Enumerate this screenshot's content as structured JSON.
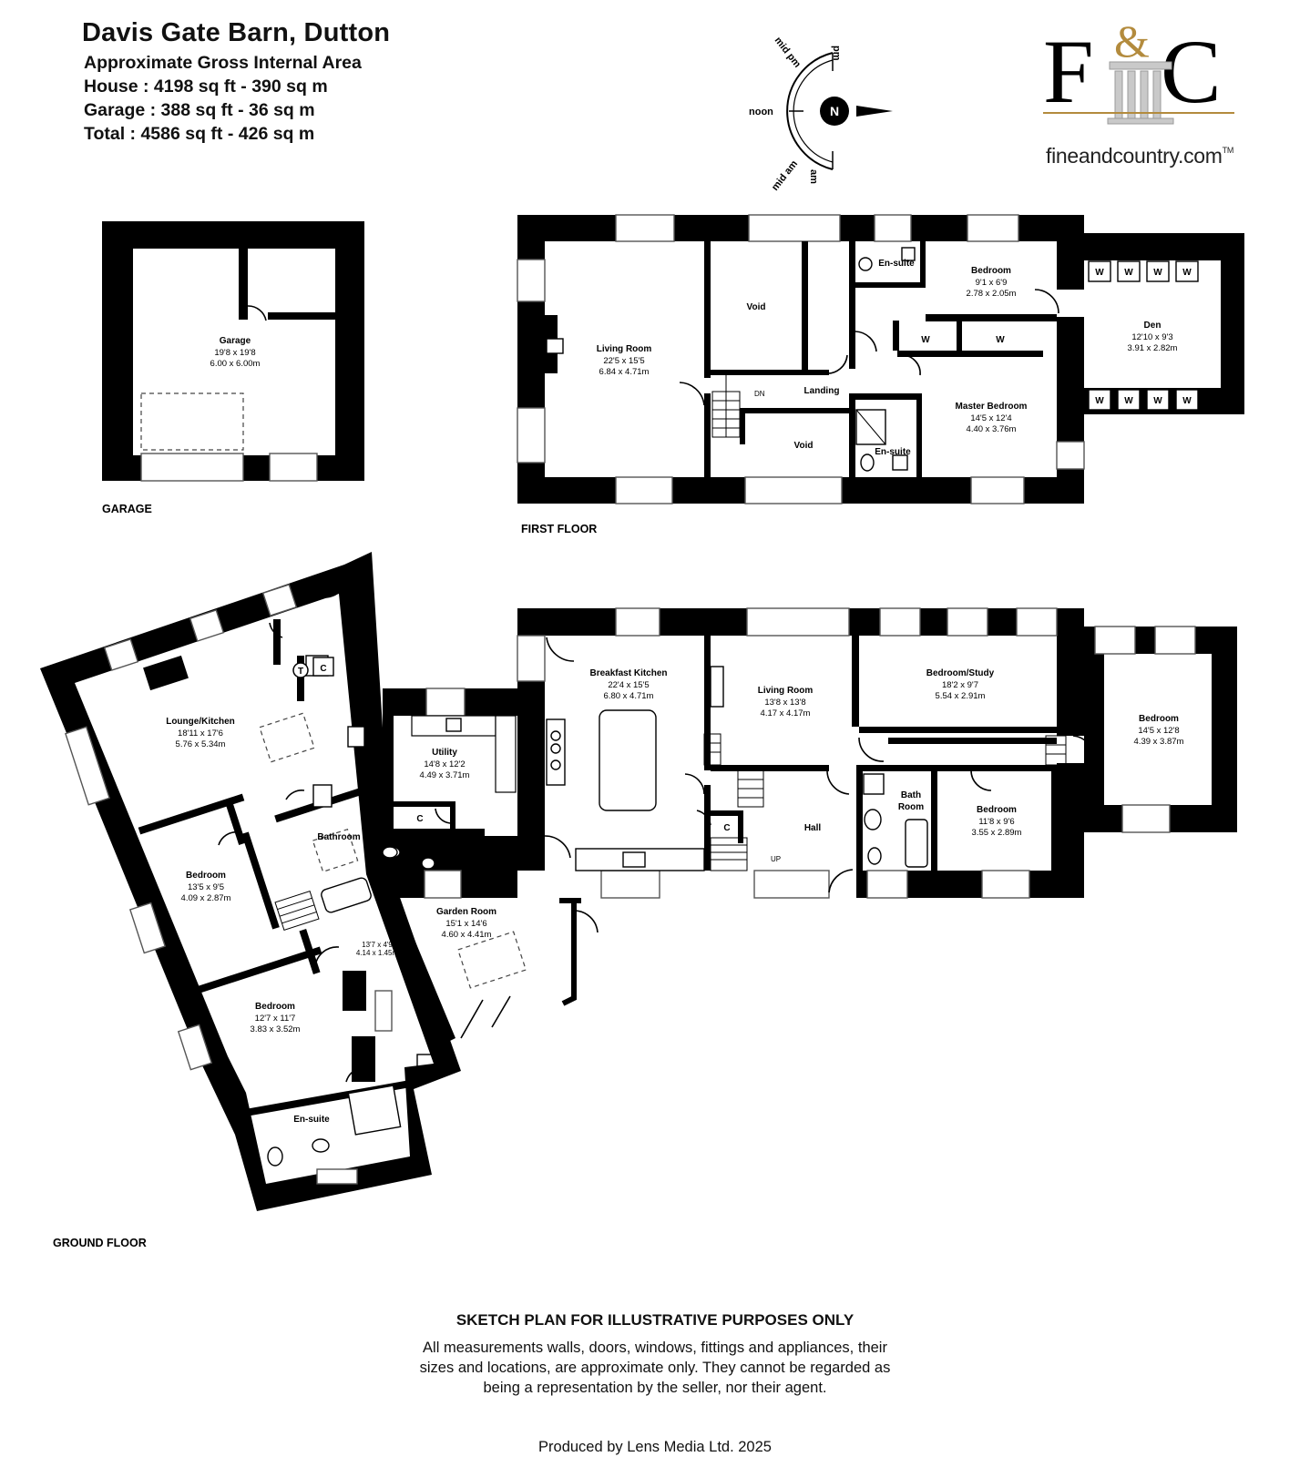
{
  "header": {
    "title": "Davis Gate Barn, Dutton",
    "lines": [
      "Approximate Gross Internal Area",
      "House : 4198 sq ft - 390 sq m",
      "Garage : 388 sq ft - 36 sq m",
      "Total : 4586 sq ft - 426 sq m"
    ]
  },
  "compass": {
    "north": "N",
    "pm": "pm",
    "mid_pm": "mid pm",
    "noon": "noon",
    "mid_am": "mid am",
    "am": "am"
  },
  "brand": {
    "monogram_left": "F",
    "monogram_amp": "&",
    "monogram_right": "C",
    "site": "fineandcountry.com",
    "tm": "TM",
    "gold": "#b38b3d"
  },
  "floors": {
    "garage": "GARAGE",
    "first": "FIRST FLOOR",
    "ground": "GROUND FLOOR"
  },
  "rooms": {
    "garage": {
      "name": "Garage",
      "imperial": "19'8 x 19'8",
      "metric": "6.00 x 6.00m"
    },
    "ff_living": {
      "name": "Living Room",
      "imperial": "22'5 x 15'5",
      "metric": "6.84 x 4.71m"
    },
    "ff_void1": {
      "name": "Void"
    },
    "ff_void2": {
      "name": "Void"
    },
    "ff_landing": {
      "name": "Landing"
    },
    "ff_dn": {
      "name": "DN"
    },
    "ff_ensuite1": {
      "name": "En-suite"
    },
    "ff_bedroom": {
      "name": "Bedroom",
      "imperial": "9'1 x 6'9",
      "metric": "2.78 x 2.05m"
    },
    "ff_den": {
      "name": "Den",
      "imperial": "12'10 x 9'3",
      "metric": "3.91 x 2.82m"
    },
    "ff_wardrobe": "W",
    "ff_master": {
      "name": "Master Bedroom",
      "imperial": "14'5 x 12'4",
      "metric": "4.40 x 3.76m"
    },
    "ff_ensuite2": {
      "name": "En-suite"
    },
    "gf_lounge": {
      "name": "Lounge/Kitchen",
      "imperial": "18'11 x 17'6",
      "metric": "5.76 x 5.34m"
    },
    "gf_t": "T",
    "gf_c1": "C",
    "gf_bed1": {
      "name": "Bedroom",
      "imperial": "13'5 x 9'5",
      "metric": "4.09 x 2.87m"
    },
    "gf_bathroom": {
      "name": "Bathroom"
    },
    "gf_hallway": {
      "imperial": "13'7 x 4'9",
      "metric": "4.14 x 1.45m"
    },
    "gf_bed2": {
      "name": "Bedroom",
      "imperial": "12'7 x 11'7",
      "metric": "3.83 x 3.52m"
    },
    "gf_ensuite": {
      "name": "En-suite"
    },
    "gf_utility": {
      "name": "Utility",
      "imperial": "14'8 x 12'2",
      "metric": "4.49 x 3.71m"
    },
    "gf_c2": "C",
    "gf_wc": {
      "name": "WC"
    },
    "gf_garden": {
      "name": "Garden Room",
      "imperial": "15'1 x 14'6",
      "metric": "4.60 x 4.41m"
    },
    "gf_breakfast": {
      "name": "Breakfast Kitchen",
      "imperial": "22'4 x 15'5",
      "metric": "6.80 x 4.71m"
    },
    "gf_living": {
      "name": "Living Room",
      "imperial": "13'8 x 13'8",
      "metric": "4.17 x 4.17m"
    },
    "gf_c3": "C",
    "gf_hall": {
      "name": "Hall"
    },
    "gf_up": "UP",
    "gf_study": {
      "name": "Bedroom/Study",
      "imperial": "18'2 x 9'7",
      "metric": "5.54 x 2.91m"
    },
    "gf_bath_room": {
      "name1": "Bath",
      "name2": "Room"
    },
    "gf_bed3": {
      "name": "Bedroom",
      "imperial": "11'8 x 9'6",
      "metric": "3.55 x 2.89m"
    },
    "gf_bed4": {
      "name": "Bedroom",
      "imperial": "14'5 x 12'8",
      "metric": "4.39 x 3.87m"
    }
  },
  "disclaimer": {
    "heading": "SKETCH PLAN FOR ILLUSTRATIVE PURPOSES ONLY",
    "line1": "All measurements walls, doors, windows, fittings and appliances, their",
    "line2": "sizes and locations, are approximate only. They cannot be regarded as",
    "line3": "being a representation by the seller, nor their agent."
  },
  "produced": "Produced by Lens Media Ltd. 2025"
}
